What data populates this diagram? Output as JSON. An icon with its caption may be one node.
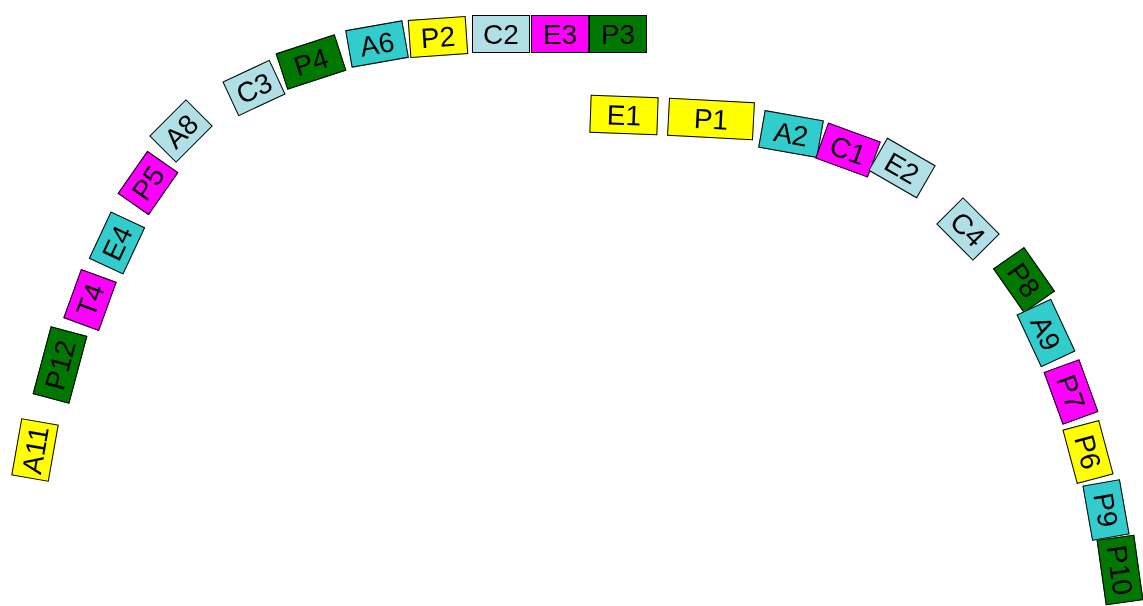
{
  "diagram": {
    "nodes": [
      {
        "text": [
          "A11"
        ]
      },
      {
        "text": [
          "P12"
        ]
      },
      {
        "text": [
          "T4"
        ]
      },
      {
        "text": [
          "E4"
        ]
      },
      {
        "text": [
          "P5"
        ]
      },
      {
        "text": [
          "A8"
        ]
      },
      {
        "text": [
          "C3"
        ]
      },
      {
        "text": [
          "P4"
        ]
      },
      {
        "text": [
          "A6"
        ]
      },
      {
        "text": [
          "P2"
        ]
      },
      {
        "text": [
          "C2"
        ]
      },
      {
        "text": [
          "E3"
        ]
      },
      {
        "text": [
          "P3"
        ]
      },
      {
        "text": [
          "E1"
        ]
      },
      {
        "text": [
          "P1"
        ]
      },
      {
        "text": [
          "A2"
        ]
      },
      {
        "text": [
          "C1"
        ]
      },
      {
        "text": [
          "E2"
        ]
      },
      {
        "text": [
          "C4"
        ]
      },
      {
        "text": [
          "P8"
        ]
      },
      {
        "text": [
          "A9"
        ]
      },
      {
        "text": [
          "P7"
        ]
      },
      {
        "text": [
          "P6"
        ]
      },
      {
        "text": [
          "P9"
        ]
      },
      {
        "text": [
          "P10"
        ]
      }
    ]
  }
}
